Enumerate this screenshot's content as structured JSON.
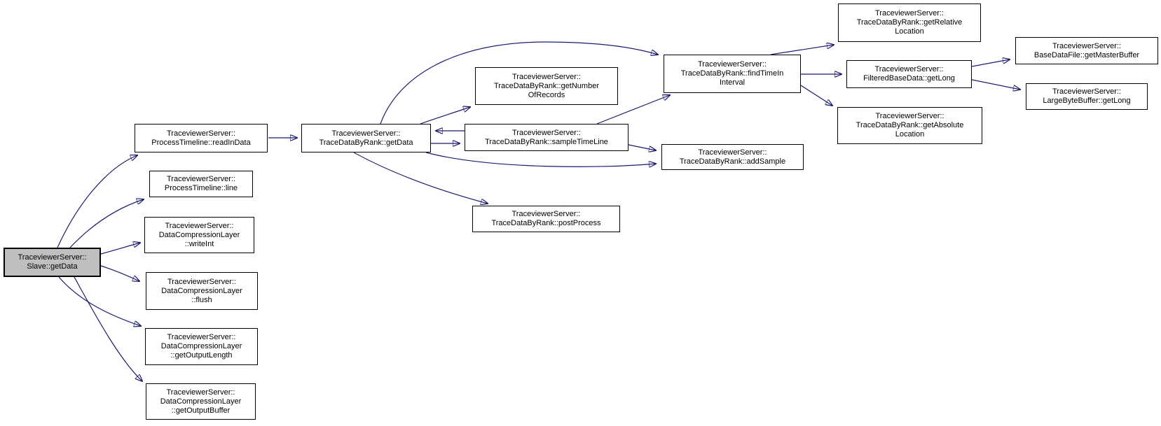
{
  "diagram_type": "call-graph",
  "colors": {
    "edge": "#191970",
    "node_border": "#000000",
    "node_fill": "#ffffff",
    "root_fill": "#bfbfbf",
    "background": "#ffffff"
  },
  "nodes": {
    "slave_getdata": {
      "label": "TraceviewerServer::\nSlave::getData"
    },
    "readindata": {
      "label": "TraceviewerServer::\nProcessTimeline::readInData"
    },
    "line": {
      "label": "TraceviewerServer::\nProcessTimeline::line"
    },
    "writeint": {
      "label": "TraceviewerServer::\nDataCompressionLayer\n::writeInt"
    },
    "flush": {
      "label": "TraceviewerServer::\nDataCompressionLayer\n::flush"
    },
    "getoutputlength": {
      "label": "TraceviewerServer::\nDataCompressionLayer\n::getOutputLength"
    },
    "getoutputbuffer": {
      "label": "TraceviewerServer::\nDataCompressionLayer\n::getOutputBuffer"
    },
    "tdbr_getdata": {
      "label": "TraceviewerServer::\nTraceDataByRank::getData"
    },
    "getnumberofrecords": {
      "label": "TraceviewerServer::\nTraceDataByRank::getNumber\nOfRecords"
    },
    "sampletimeline": {
      "label": "TraceviewerServer::\nTraceDataByRank::sampleTimeLine"
    },
    "postprocess": {
      "label": "TraceviewerServer::\nTraceDataByRank::postProcess"
    },
    "findtimeininterval": {
      "label": "TraceviewerServer::\nTraceDataByRank::findTimeIn\nInterval"
    },
    "addsample": {
      "label": "TraceviewerServer::\nTraceDataByRank::addSample"
    },
    "getrelativelocation": {
      "label": "TraceviewerServer::\nTraceDataByRank::getRelative\nLocation"
    },
    "filtered_getlong": {
      "label": "TraceviewerServer::\nFilteredBaseData::getLong"
    },
    "getabsolutelocation": {
      "label": "TraceviewerServer::\nTraceDataByRank::getAbsolute\nLocation"
    },
    "getmasterbuffer": {
      "label": "TraceviewerServer::\nBaseDataFile::getMasterBuffer"
    },
    "largebyte_getlong": {
      "label": "TraceviewerServer::\nLargeByteBuffer::getLong"
    }
  },
  "edges": [
    {
      "from": "slave_getdata",
      "to": "readindata"
    },
    {
      "from": "slave_getdata",
      "to": "line"
    },
    {
      "from": "slave_getdata",
      "to": "writeint"
    },
    {
      "from": "slave_getdata",
      "to": "flush"
    },
    {
      "from": "slave_getdata",
      "to": "getoutputlength"
    },
    {
      "from": "slave_getdata",
      "to": "getoutputbuffer"
    },
    {
      "from": "readindata",
      "to": "tdbr_getdata"
    },
    {
      "from": "tdbr_getdata",
      "to": "getnumberofrecords"
    },
    {
      "from": "tdbr_getdata",
      "to": "findtimeininterval"
    },
    {
      "from": "sampletimeline",
      "to": "tdbr_getdata"
    },
    {
      "from": "tdbr_getdata",
      "to": "sampletimeline"
    },
    {
      "from": "tdbr_getdata",
      "to": "addsample"
    },
    {
      "from": "tdbr_getdata",
      "to": "postprocess"
    },
    {
      "from": "sampletimeline",
      "to": "findtimeininterval"
    },
    {
      "from": "sampletimeline",
      "to": "addsample"
    },
    {
      "from": "findtimeininterval",
      "to": "getrelativelocation"
    },
    {
      "from": "findtimeininterval",
      "to": "filtered_getlong"
    },
    {
      "from": "findtimeininterval",
      "to": "getabsolutelocation"
    },
    {
      "from": "filtered_getlong",
      "to": "getmasterbuffer"
    },
    {
      "from": "filtered_getlong",
      "to": "largebyte_getlong"
    }
  ]
}
